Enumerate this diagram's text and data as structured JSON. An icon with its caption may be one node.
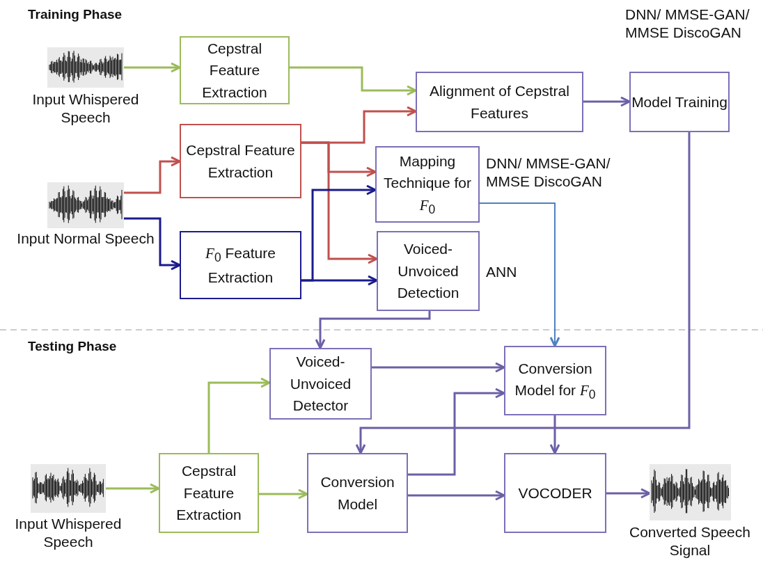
{
  "diagram": {
    "nodes": [
      {
        "text": [],
        "shape": "picture",
        "beside": [
          "Input Whispered Speech"
        ]
      },
      {
        "text": [
          "Cepstral Feature Extraction"
        ]
      },
      {
        "text": [
          "Alignment of Cepstral Features"
        ]
      },
      {
        "text": [
          "Model Training"
        ],
        "beside": [
          "DNN/ MMSE-GAN/ MMSE DiscoGAN"
        ]
      },
      {
        "text": [],
        "shape": "picture",
        "beside": [
          "Input Normal Speech"
        ]
      },
      {
        "text": [
          "Cepstral Feature Extraction"
        ]
      },
      {
        "text": [
          "*F*$_{0}$ Feature Extraction"
        ]
      },
      {
        "text": [
          "Mapping Technique for *F*$_{0}$"
        ],
        "beside": [
          "DNN/ MMSE-GAN/ MMSE DiscoGAN"
        ]
      },
      {
        "text": [
          "Voiced- Unvoiced Detection"
        ],
        "beside": [
          "ANN"
        ]
      },
      {
        "text": [
          "Voiced- Unvoiced Detector"
        ]
      },
      {
        "text": [
          "Conversion Model for *F*$_{0}$"
        ]
      },
      {
        "text": [],
        "shape": "picture",
        "beside": [
          "Input Whispered Speech"
        ]
      },
      {
        "text": [
          "Cepstral Feature Extraction"
        ]
      },
      {
        "text": [
          "Conversion Model"
        ]
      },
      {
        "text": [
          "VOCODER"
        ]
      },
      {
        "text": [],
        "shape": "picture",
        "beside": [
          "Converted Speech Signal"
        ]
      }
    ],
    "edges": [
      {
        "from": 0,
        "to": 1,
        "arrow": "to",
        "color": "#9bbb59"
      },
      {
        "from": 1,
        "to": 2,
        "arrow": "to",
        "color": "#9bbb59"
      },
      {
        "from": 2,
        "to": 3,
        "arrow": "to"
      },
      {
        "from": 4,
        "to": 5,
        "arrow": "to",
        "color": "#c0504d"
      },
      {
        "from": 4,
        "to": 6,
        "arrow": "to",
        "color": "#1a1a8c"
      },
      {
        "from": 5,
        "to": 2,
        "arrow": "to",
        "color": "#c0504d"
      },
      {
        "from": 5,
        "to": 7,
        "arrow": "to",
        "color": "#c0504d"
      },
      {
        "from": 5,
        "to": 8,
        "arrow": "to",
        "color": "#c0504d"
      },
      {
        "from": 6,
        "to": 7,
        "arrow": "to",
        "color": "#1a1a8c"
      },
      {
        "from": 6,
        "to": 8,
        "arrow": "to",
        "color": "#1a1a8c"
      },
      {
        "from": 8,
        "to": 9,
        "arrow": "to"
      },
      {
        "from": 7,
        "to": 10,
        "arrow": "to",
        "color": "#4f81bd"
      },
      {
        "from": 3,
        "to": 13,
        "arrow": "to"
      },
      {
        "from": 12,
        "to": 9,
        "arrow": "to",
        "color": "#9bbb59"
      },
      {
        "from": 9,
        "to": 10,
        "arrow": "to"
      },
      {
        "from": 13,
        "to": 10,
        "arrow": "to"
      },
      {
        "from": 10,
        "to": 14,
        "arrow": "to"
      },
      {
        "from": 11,
        "to": 12,
        "arrow": "to",
        "color": "#9bbb59"
      },
      {
        "from": 12,
        "to": 13,
        "arrow": "to",
        "color": "#9bbb59"
      },
      {
        "from": 13,
        "to": 14,
        "arrow": "to"
      },
      {
        "from": 14,
        "to": 15,
        "arrow": "to"
      }
    ],
    "labels": [
      "Training Phase",
      "Testing Phase"
    ]
  }
}
